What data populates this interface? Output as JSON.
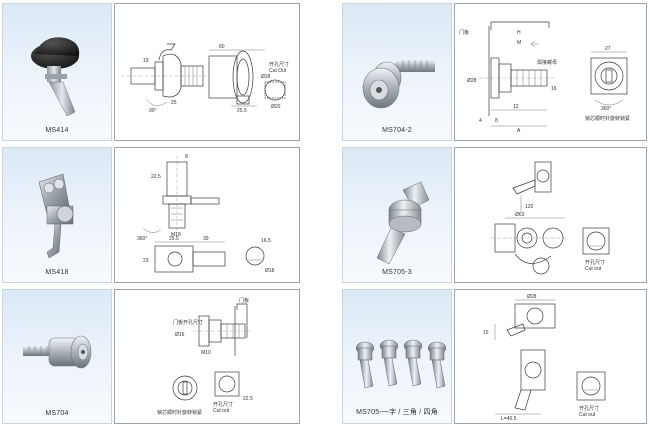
{
  "products": [
    {
      "label": "MS414",
      "dimensions": [
        "80",
        "25.5",
        "90°",
        "Ø28",
        "19",
        "25",
        "Ø20",
        "开孔尺寸",
        "Cut Out"
      ]
    },
    {
      "label": "MS704-2",
      "dimensions": [
        "门板",
        "H",
        "M",
        "焊接螺母",
        "Ø28",
        "16",
        "12",
        "4",
        "8",
        "A",
        "27",
        "360°",
        "锁芯顺时针旋转锁紧"
      ]
    },
    {
      "label": "MS418",
      "dimensions": [
        "22.5",
        "8",
        "M18",
        "360°",
        "25.5",
        "39",
        "16.5",
        "23",
        "Ø18"
      ]
    },
    {
      "label": "MS705-3",
      "dimensions": [
        "120",
        "Ø63",
        "开孔尺寸",
        "Cut out"
      ]
    },
    {
      "label": "MS704",
      "dimensions": [
        "门板",
        "门板开孔尺寸",
        "M10",
        "Ø16",
        "22.5",
        "开孔尺寸",
        "Cut out",
        "锁芯顺时针旋转锁紧"
      ]
    },
    {
      "label": "MS705-一字 / 三角 / 四角",
      "dimensions": [
        "Ø28",
        "15",
        "L=40.5",
        "开孔尺寸",
        "Cut out"
      ]
    }
  ]
}
